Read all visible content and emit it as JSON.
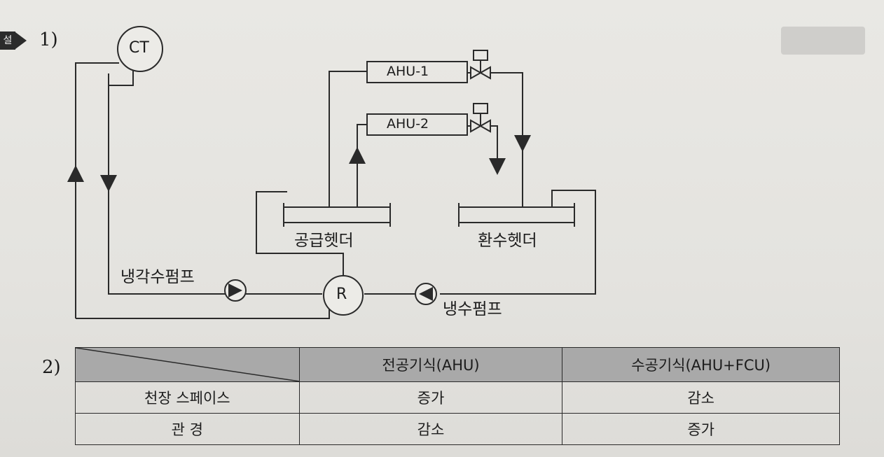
{
  "section_marker": "설",
  "part1": {
    "label": "1)",
    "cooling_tower": "CT",
    "ahu1": "AHU-1",
    "ahu2": "AHU-2",
    "supply_header": "공급헷더",
    "return_header": "환수헷더",
    "cooling_pump": "냉각수펌프",
    "chilled_pump": "냉수펌프",
    "refrigerator": "R"
  },
  "part2": {
    "label": "2)",
    "table": {
      "columns": [
        "전공기식(AHU)",
        "수공기식(AHU+FCU)"
      ],
      "rows": [
        {
          "label": "천장 스페이스",
          "values": [
            "증가",
            "감소"
          ]
        },
        {
          "label": "관 경",
          "values": [
            "감소",
            "증가"
          ]
        }
      ]
    }
  },
  "colors": {
    "line": "#2a2a2a",
    "table_header": "#a9a9a9",
    "paper": "#e7e6e2"
  }
}
